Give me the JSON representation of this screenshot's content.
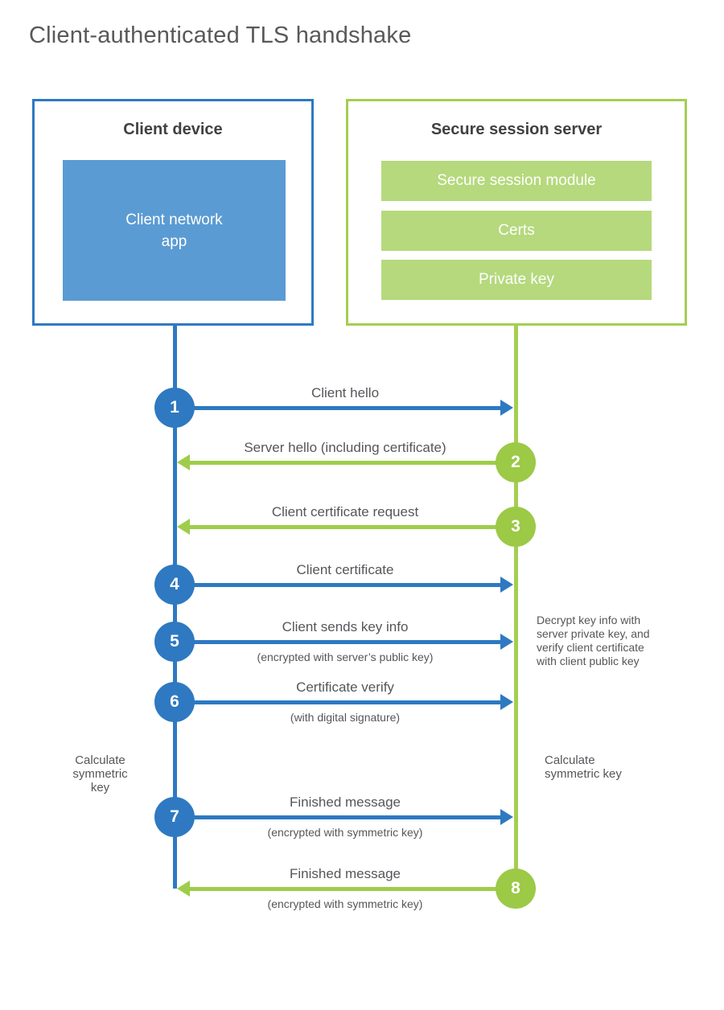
{
  "title": "Client-authenticated TLS handshake",
  "client": {
    "title": "Client device",
    "app_label": "Client network\napp"
  },
  "server": {
    "title": "Secure session server",
    "modules": [
      "Secure session module",
      "Certs",
      "Private key"
    ]
  },
  "flows": [
    {
      "num": "1",
      "label": "Client hello",
      "sub": "",
      "direction": "client-to-server"
    },
    {
      "num": "2",
      "label": "Server hello (including certificate)",
      "sub": "",
      "direction": "server-to-client"
    },
    {
      "num": "3",
      "label": "Client certificate request",
      "sub": "",
      "direction": "server-to-client"
    },
    {
      "num": "4",
      "label": "Client certificate",
      "sub": "",
      "direction": "client-to-server"
    },
    {
      "num": "5",
      "label": "Client sends key info",
      "sub": "(encrypted with server’s public key)",
      "direction": "client-to-server"
    },
    {
      "num": "6",
      "label": "Certificate verify",
      "sub": "(with digital signature)",
      "direction": "client-to-server"
    },
    {
      "num": "7",
      "label": "Finished message",
      "sub": "(encrypted with symmetric key)",
      "direction": "client-to-server"
    },
    {
      "num": "8",
      "label": "Finished message",
      "sub": "(encrypted with symmetric key)",
      "direction": "server-to-client"
    }
  ],
  "notes": {
    "decrypt": "Decrypt key info with server private key, and verify client certificate with client public key",
    "calc_left": "Calculate symmetric key",
    "calc_right": "Calculate symmetric key"
  },
  "colors": {
    "blue": "#2e79c1",
    "blue_fill": "#5b9bd3",
    "green_border": "#a4ce52",
    "green_fill": "#b5d97c",
    "green_strong": "#9cc946",
    "title_text": "#58595b",
    "heading_text": "#414042",
    "label_text": "#55565a"
  }
}
